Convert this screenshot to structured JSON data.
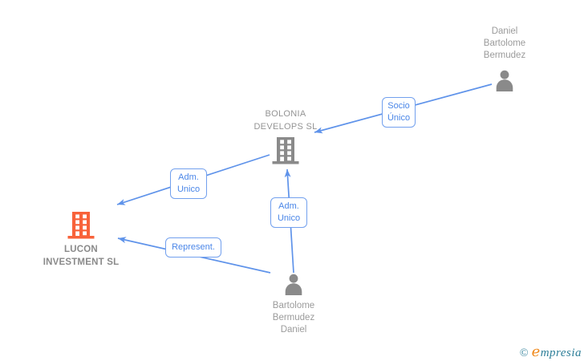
{
  "colors": {
    "edge_blue": "#5f93ea",
    "edge_label_blue": "#4a86e8",
    "node_icon_gray": "#8a8a8a",
    "node_text_gray": "#9b9b9b",
    "lucon_orange": "#f8623a",
    "watermark_teal": "#2e7f99",
    "watermark_orange": "#f08a1d"
  },
  "nodes": {
    "person_top": {
      "type": "person",
      "lines": [
        "Daniel",
        "Bartolome",
        "Bermudez"
      ]
    },
    "bolonia": {
      "type": "company",
      "lines": [
        "BOLONIA",
        "DEVELOPS SL"
      ]
    },
    "lucon": {
      "type": "company",
      "lines": [
        "LUCON",
        "INVESTMENT SL"
      ]
    },
    "person_bottom": {
      "type": "person",
      "lines": [
        "Bartolome",
        "Bermudez",
        "Daniel"
      ]
    }
  },
  "edges": {
    "socio_unico": {
      "label": "Socio Único",
      "from": "Daniel Bartolome Bermudez",
      "to": "BOLONIA DEVELOPS SL"
    },
    "adm_unico_1": {
      "label": "Adm. Unico",
      "from": "BOLONIA DEVELOPS SL",
      "to": "LUCON INVESTMENT SL"
    },
    "adm_unico_2": {
      "label": "Adm. Unico",
      "from": "Bartolome Bermudez Daniel",
      "to": "BOLONIA DEVELOPS SL"
    },
    "represent": {
      "label": "Represent.",
      "from": "Bartolome Bermudez Daniel",
      "to": "LUCON INVESTMENT SL"
    }
  },
  "watermark": {
    "copyright": "©",
    "brand_lead": "e",
    "brand_rest": "mpresia"
  }
}
